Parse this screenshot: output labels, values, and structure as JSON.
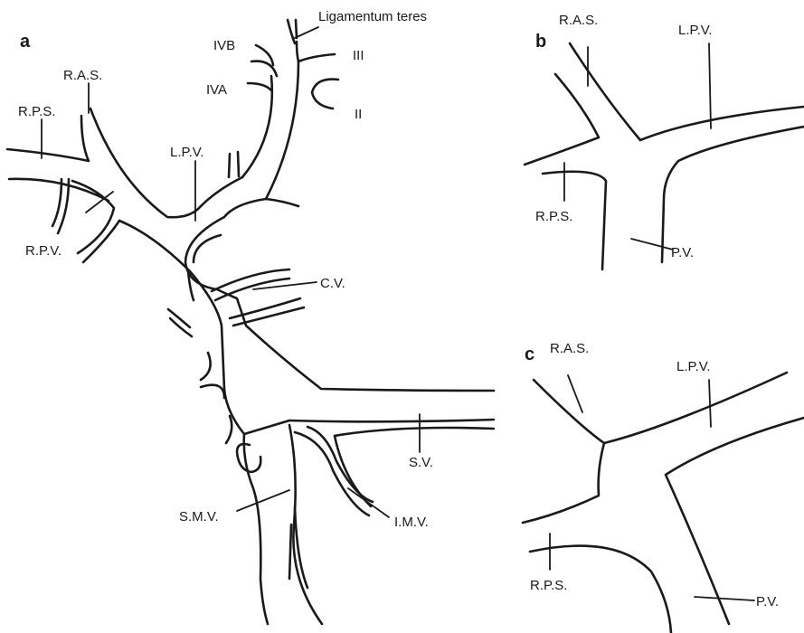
{
  "panels": {
    "a": {
      "letter": "a",
      "labels": {
        "lig_teres": "Ligamentum teres",
        "ivb": "IVB",
        "iii": "III",
        "iva": "IVA",
        "ii": "II",
        "ras": "R.A.S.",
        "rps": "R.P.S.",
        "lpv": "L.P.V.",
        "rpv": "R.P.V.",
        "cv": "C.V.",
        "sv": "S.V.",
        "smv": "S.M.V.",
        "imv": "I.M.V."
      }
    },
    "b": {
      "letter": "b",
      "labels": {
        "ras": "R.A.S.",
        "lpv": "L.P.V.",
        "rps": "R.P.S.",
        "pv": "P.V."
      }
    },
    "c": {
      "letter": "c",
      "labels": {
        "ras": "R.A.S.",
        "lpv": "L.P.V.",
        "rps": "R.P.S.",
        "pv": "P.V."
      }
    }
  }
}
